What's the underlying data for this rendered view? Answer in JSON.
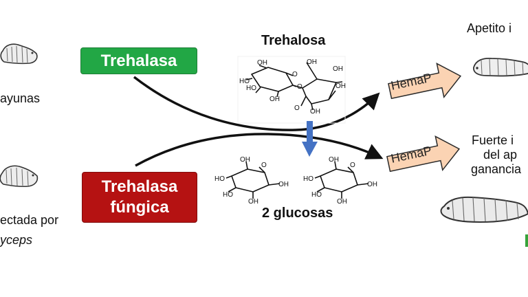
{
  "colors": {
    "green_box": "#22a745",
    "red_box": "#b51212",
    "hema_fill": "#fbd3b3",
    "down_arrow": "#4472c4"
  },
  "enzymes": {
    "trehalasa": "Trehalasa",
    "trehalasa_fungica": "Trehalasa\nfúngica"
  },
  "molecules": {
    "trehalose_title": "Trehalosa",
    "glucose_title": "2 glucosas"
  },
  "hormone": {
    "upper_label": "HemaP",
    "lower_label": "HemaP"
  },
  "left_labels": {
    "top": "ayunas",
    "bottom_line1": "ectada por",
    "bottom_line2": "yceps"
  },
  "right_labels": {
    "top": "Apetito i",
    "bottom_line1": "Fuerte i",
    "bottom_line2": "del ap",
    "bottom_line3": "ganancia"
  },
  "structure_labels": {
    "oh": "OH",
    "ho": "HO",
    "o": "O"
  },
  "icons": [
    "caterpillar-icon",
    "trehalose-structure-icon",
    "glucose-structure-icon"
  ]
}
